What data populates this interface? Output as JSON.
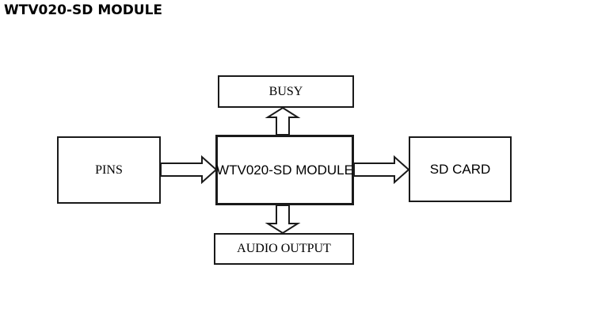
{
  "page": {
    "title": "WTV020-SD MODULE"
  },
  "diagram": {
    "type": "block-diagram",
    "nodes": [
      {
        "id": "busy",
        "label": "BUSY"
      },
      {
        "id": "pins",
        "label": "PINS"
      },
      {
        "id": "module",
        "label": "WTV020-SD MODULE"
      },
      {
        "id": "sd-card",
        "label": "SD CARD"
      },
      {
        "id": "audio-output",
        "label": "AUDIO OUTPUT"
      }
    ],
    "connectors": [
      {
        "from": "pins",
        "to": "module",
        "direction": "right",
        "style": "hollow-block-arrow"
      },
      {
        "from": "module",
        "to": "sd-card",
        "direction": "right",
        "style": "hollow-block-arrow"
      },
      {
        "from": "module",
        "to": "busy",
        "direction": "up",
        "style": "hollow-block-arrow"
      },
      {
        "from": "module",
        "to": "audio-output",
        "direction": "down",
        "style": "hollow-block-arrow"
      }
    ],
    "colors": {
      "text": "#000000",
      "box_border": "#1a1a1a",
      "background": "#ffffff"
    }
  }
}
